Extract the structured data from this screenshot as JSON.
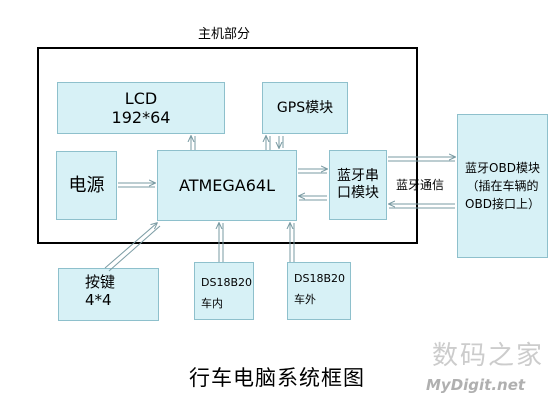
{
  "host": {
    "label": "主机部分"
  },
  "lcd": {
    "line1": "LCD",
    "line2": "192*64"
  },
  "gps": {
    "label": "GPS模块"
  },
  "power": {
    "label": "电源"
  },
  "mcu": {
    "label": "ATMEGA64L"
  },
  "bt_serial": {
    "line1": "蓝牙串",
    "line2": "口模块"
  },
  "bt_obd": {
    "line1": "蓝牙OBD模块",
    "line2": "（插在车辆的",
    "line3": "OBD接口上）"
  },
  "bt_comm": {
    "label": "蓝牙通信"
  },
  "keypad": {
    "line1": "按键",
    "line2": "4*4"
  },
  "ds_in": {
    "line1": "DS18B20",
    "line2": "车内"
  },
  "ds_out": {
    "line1": "DS18B20",
    "line2": "车外"
  },
  "caption": "行车电脑系统框图",
  "watermark": {
    "text": "数码之家",
    "url": "MyDigit.net"
  },
  "colors": {
    "box_fill": "#d7f1f6",
    "box_border": "#8ec0cc",
    "arrow": "#7a9ba3"
  }
}
